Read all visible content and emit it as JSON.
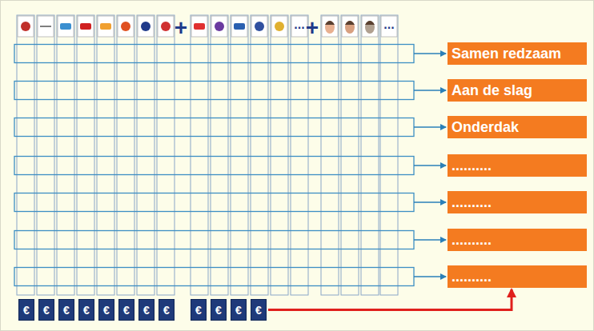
{
  "diagram": {
    "nodes": [
      {
        "text": [
          "Samen redzaam"
        ]
      },
      {
        "text": [
          "Aan de slag"
        ]
      },
      {
        "text": [
          "Onderdak"
        ]
      },
      {
        "text": [
          ".........."
        ]
      },
      {
        "text": [
          ".........."
        ]
      },
      {
        "text": [
          ".........."
        ]
      },
      {
        "text": [
          ".........."
        ]
      },
      {
        "text": [
          "€"
        ]
      },
      {
        "text": [
          "€"
        ]
      },
      {
        "text": [
          "€"
        ]
      },
      {
        "text": [
          "€"
        ]
      },
      {
        "text": [
          "€"
        ]
      },
      {
        "text": [
          "€"
        ]
      },
      {
        "text": [
          "€"
        ]
      },
      {
        "text": [
          "€"
        ]
      },
      {
        "text": [
          "€"
        ]
      },
      {
        "text": [
          "€"
        ]
      },
      {
        "text": [
          "€"
        ]
      },
      {
        "text": [
          "€"
        ]
      }
    ],
    "edges": [
      {
        "from": 18,
        "to": 6,
        "arrow": "to"
      }
    ],
    "labels": [
      "+",
      "...",
      "+",
      "..."
    ]
  }
}
